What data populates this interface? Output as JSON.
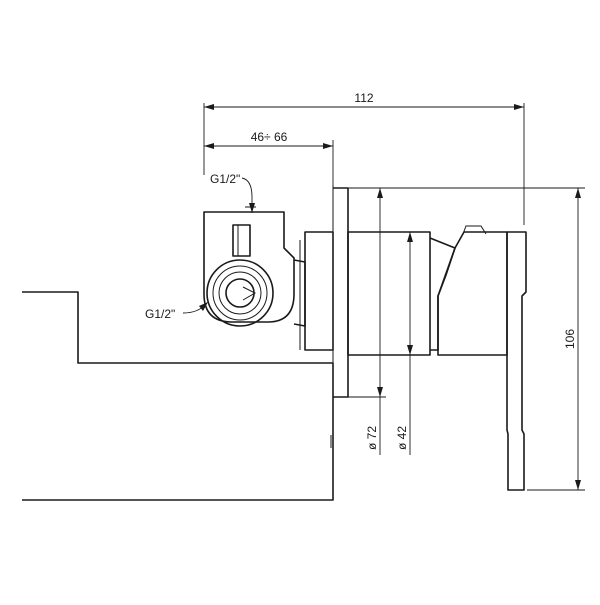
{
  "drawing": {
    "line_color": "#1a1a1a",
    "background": "#ffffff"
  },
  "dimensions": {
    "overall_depth": "112",
    "inlet_depth_range": "46÷ 66",
    "total_height": "106",
    "plate_diameter": "ø 72",
    "body_diameter": "ø 42"
  },
  "callouts": {
    "top_connection": "G1/2\"",
    "side_connection": "G1/2\""
  }
}
